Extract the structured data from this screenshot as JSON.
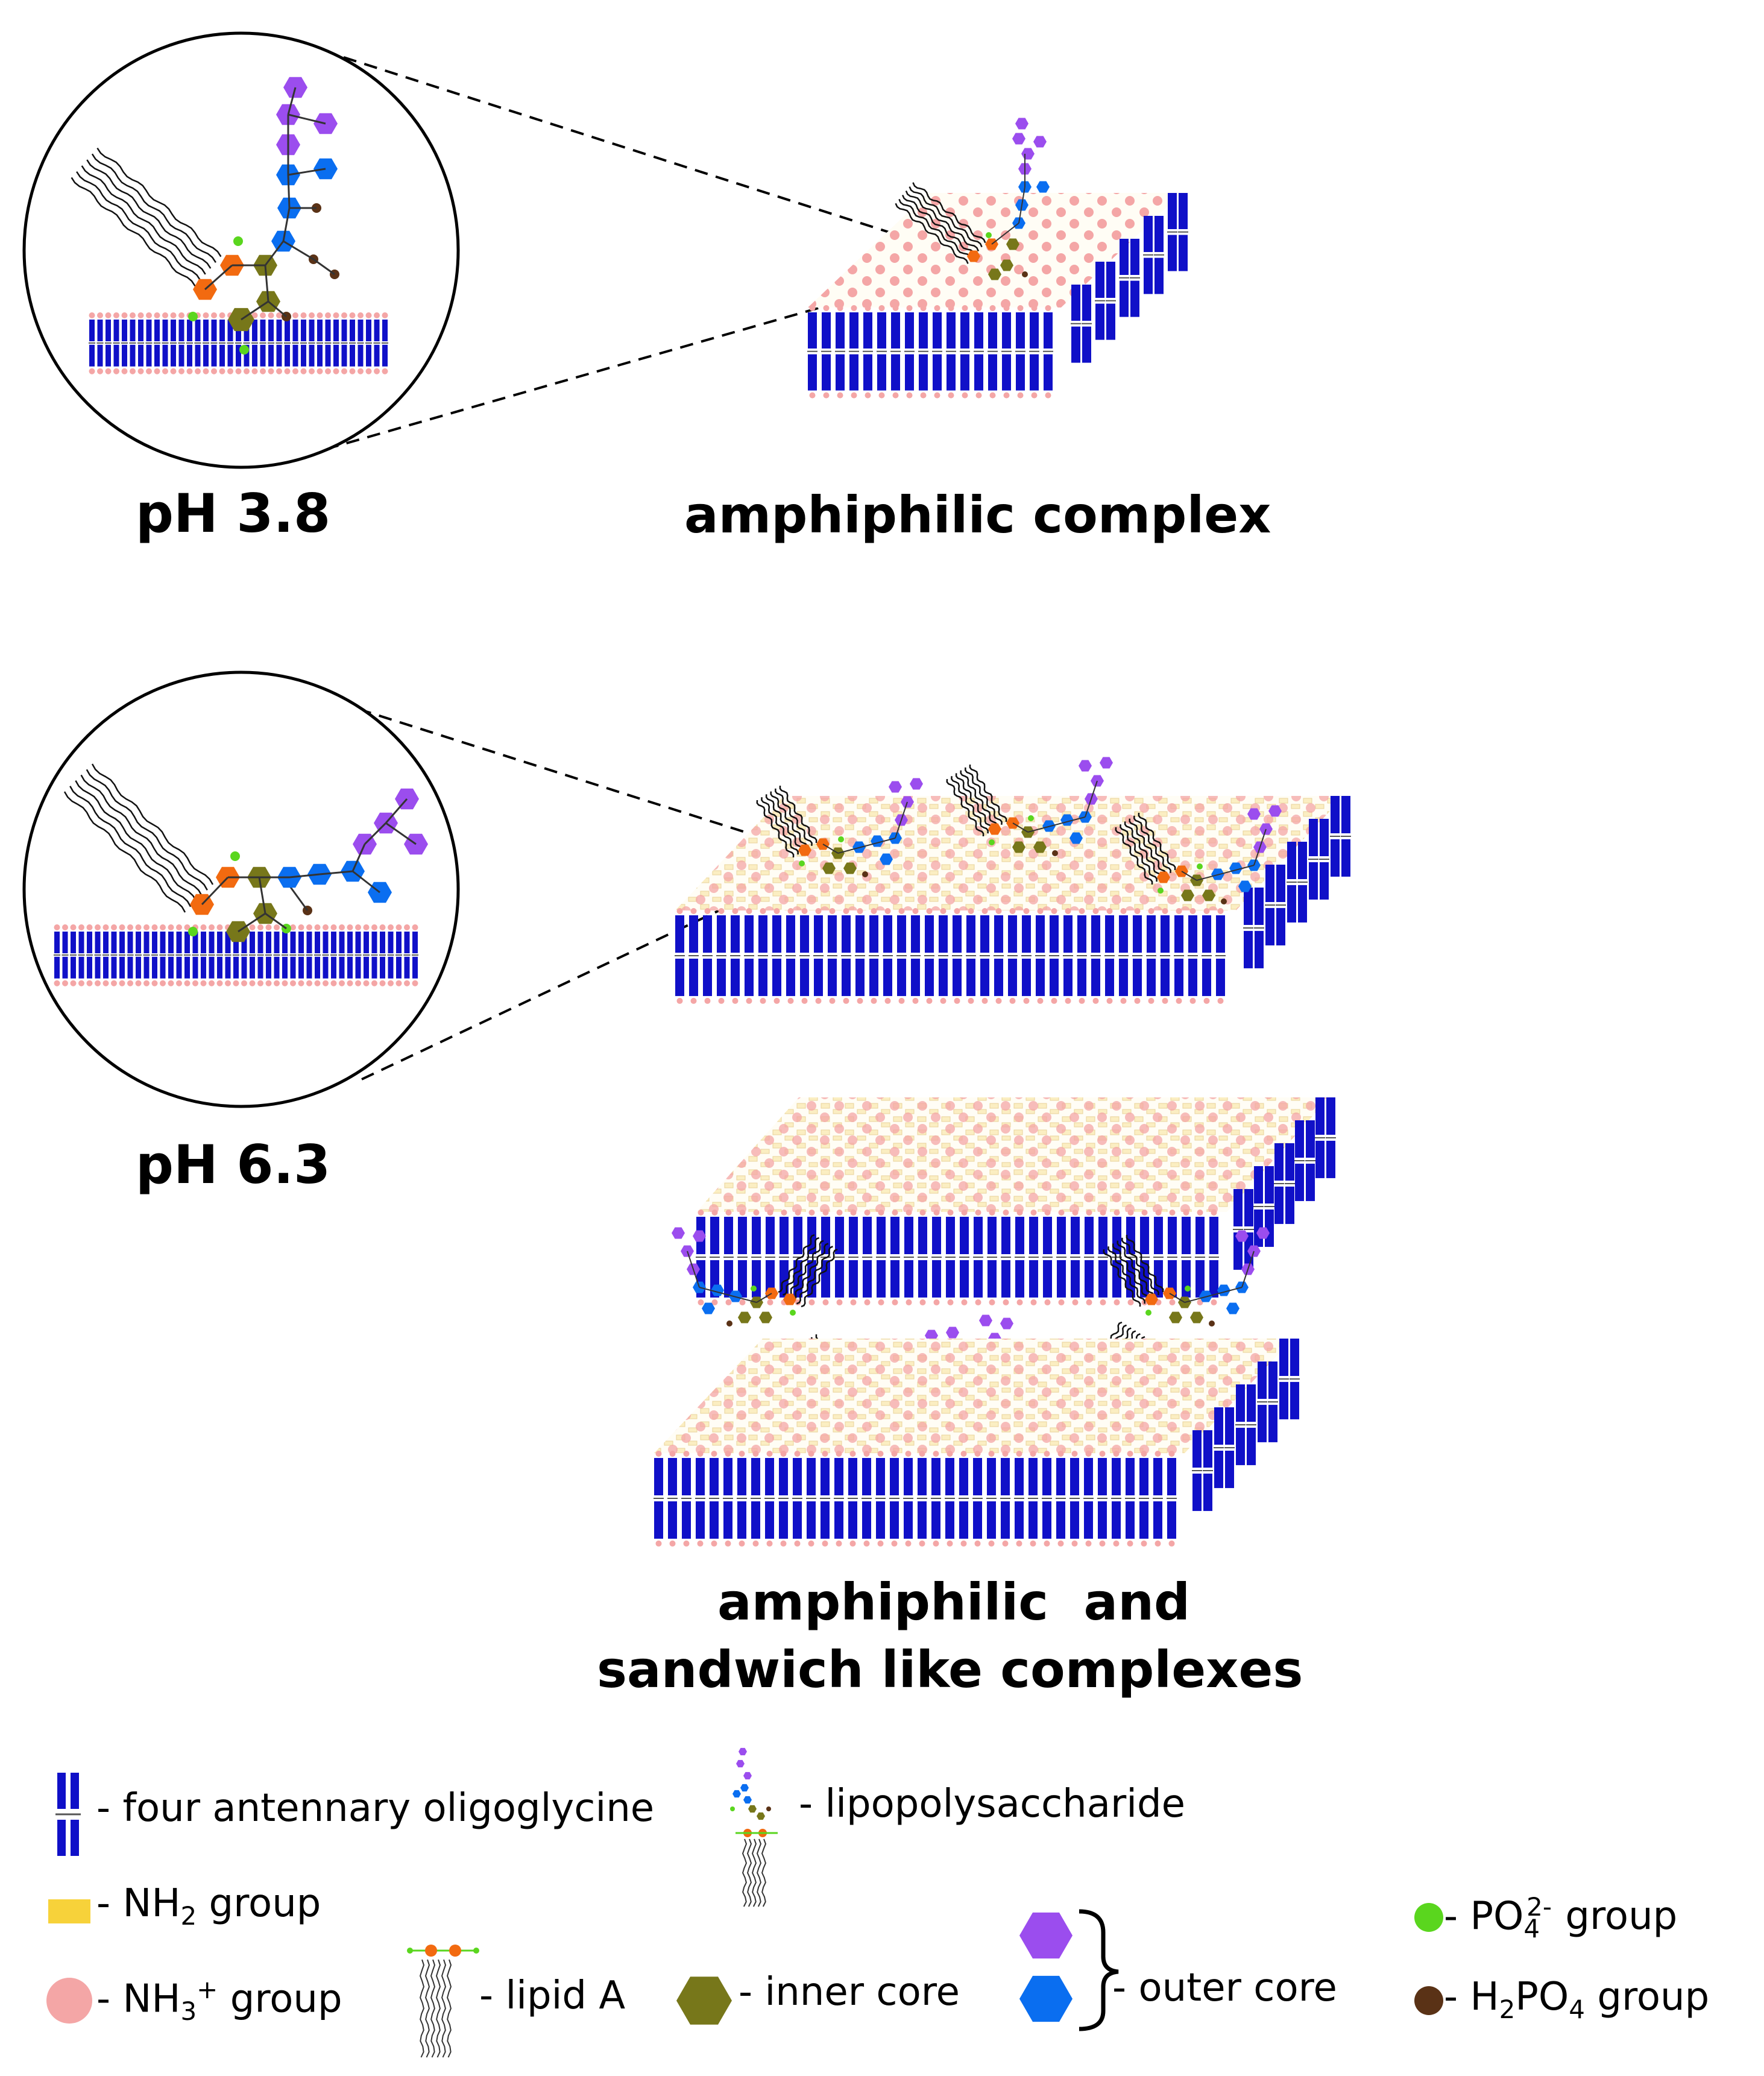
{
  "labels": {
    "ph_low": "pH 3.8",
    "ph_high": "pH 6.3",
    "complex_top": "amphiphilic complex",
    "complex_bottom_line1": "amphiphilic  and",
    "complex_bottom_line2": "sandwich like complexes"
  },
  "legend": {
    "oligoglycine": "- four antennary oligoglycine",
    "lps": "- lipopolysaccharide",
    "nh2_prefix": "- NH",
    "nh2_sub": "2",
    "nh2_suffix": " group",
    "nh3_prefix": "- NH",
    "nh3_sub": "3",
    "nh3_sup": "+",
    "nh3_suffix": " group",
    "lipid_a": "- lipid A",
    "inner_core": "- inner core",
    "outer_core": "- outer core",
    "po4_prefix": "- PO",
    "po4_sub": "4",
    "po4_sup": "2-",
    "po4_suffix": " group",
    "h2po4_prefix": "- H",
    "h2po4_sub1": "2",
    "h2po4_mid": "PO",
    "h2po4_sub2": "4",
    "h2po4_suffix": " group"
  },
  "colors": {
    "oligoglycine_blue": "#1010c8",
    "nh2_yellow": "#f7d23a",
    "nh2_pale": "#fbeec2",
    "nh3_pink": "#f4a6a6",
    "lipid_orange": "#f26a10",
    "inner_core_olive": "#77771a",
    "outer_core_purple": "#9b4dee",
    "outer_core_blue": "#0a6ef0",
    "po4_green": "#5ad61e",
    "h2po4_brown": "#5a3216"
  }
}
